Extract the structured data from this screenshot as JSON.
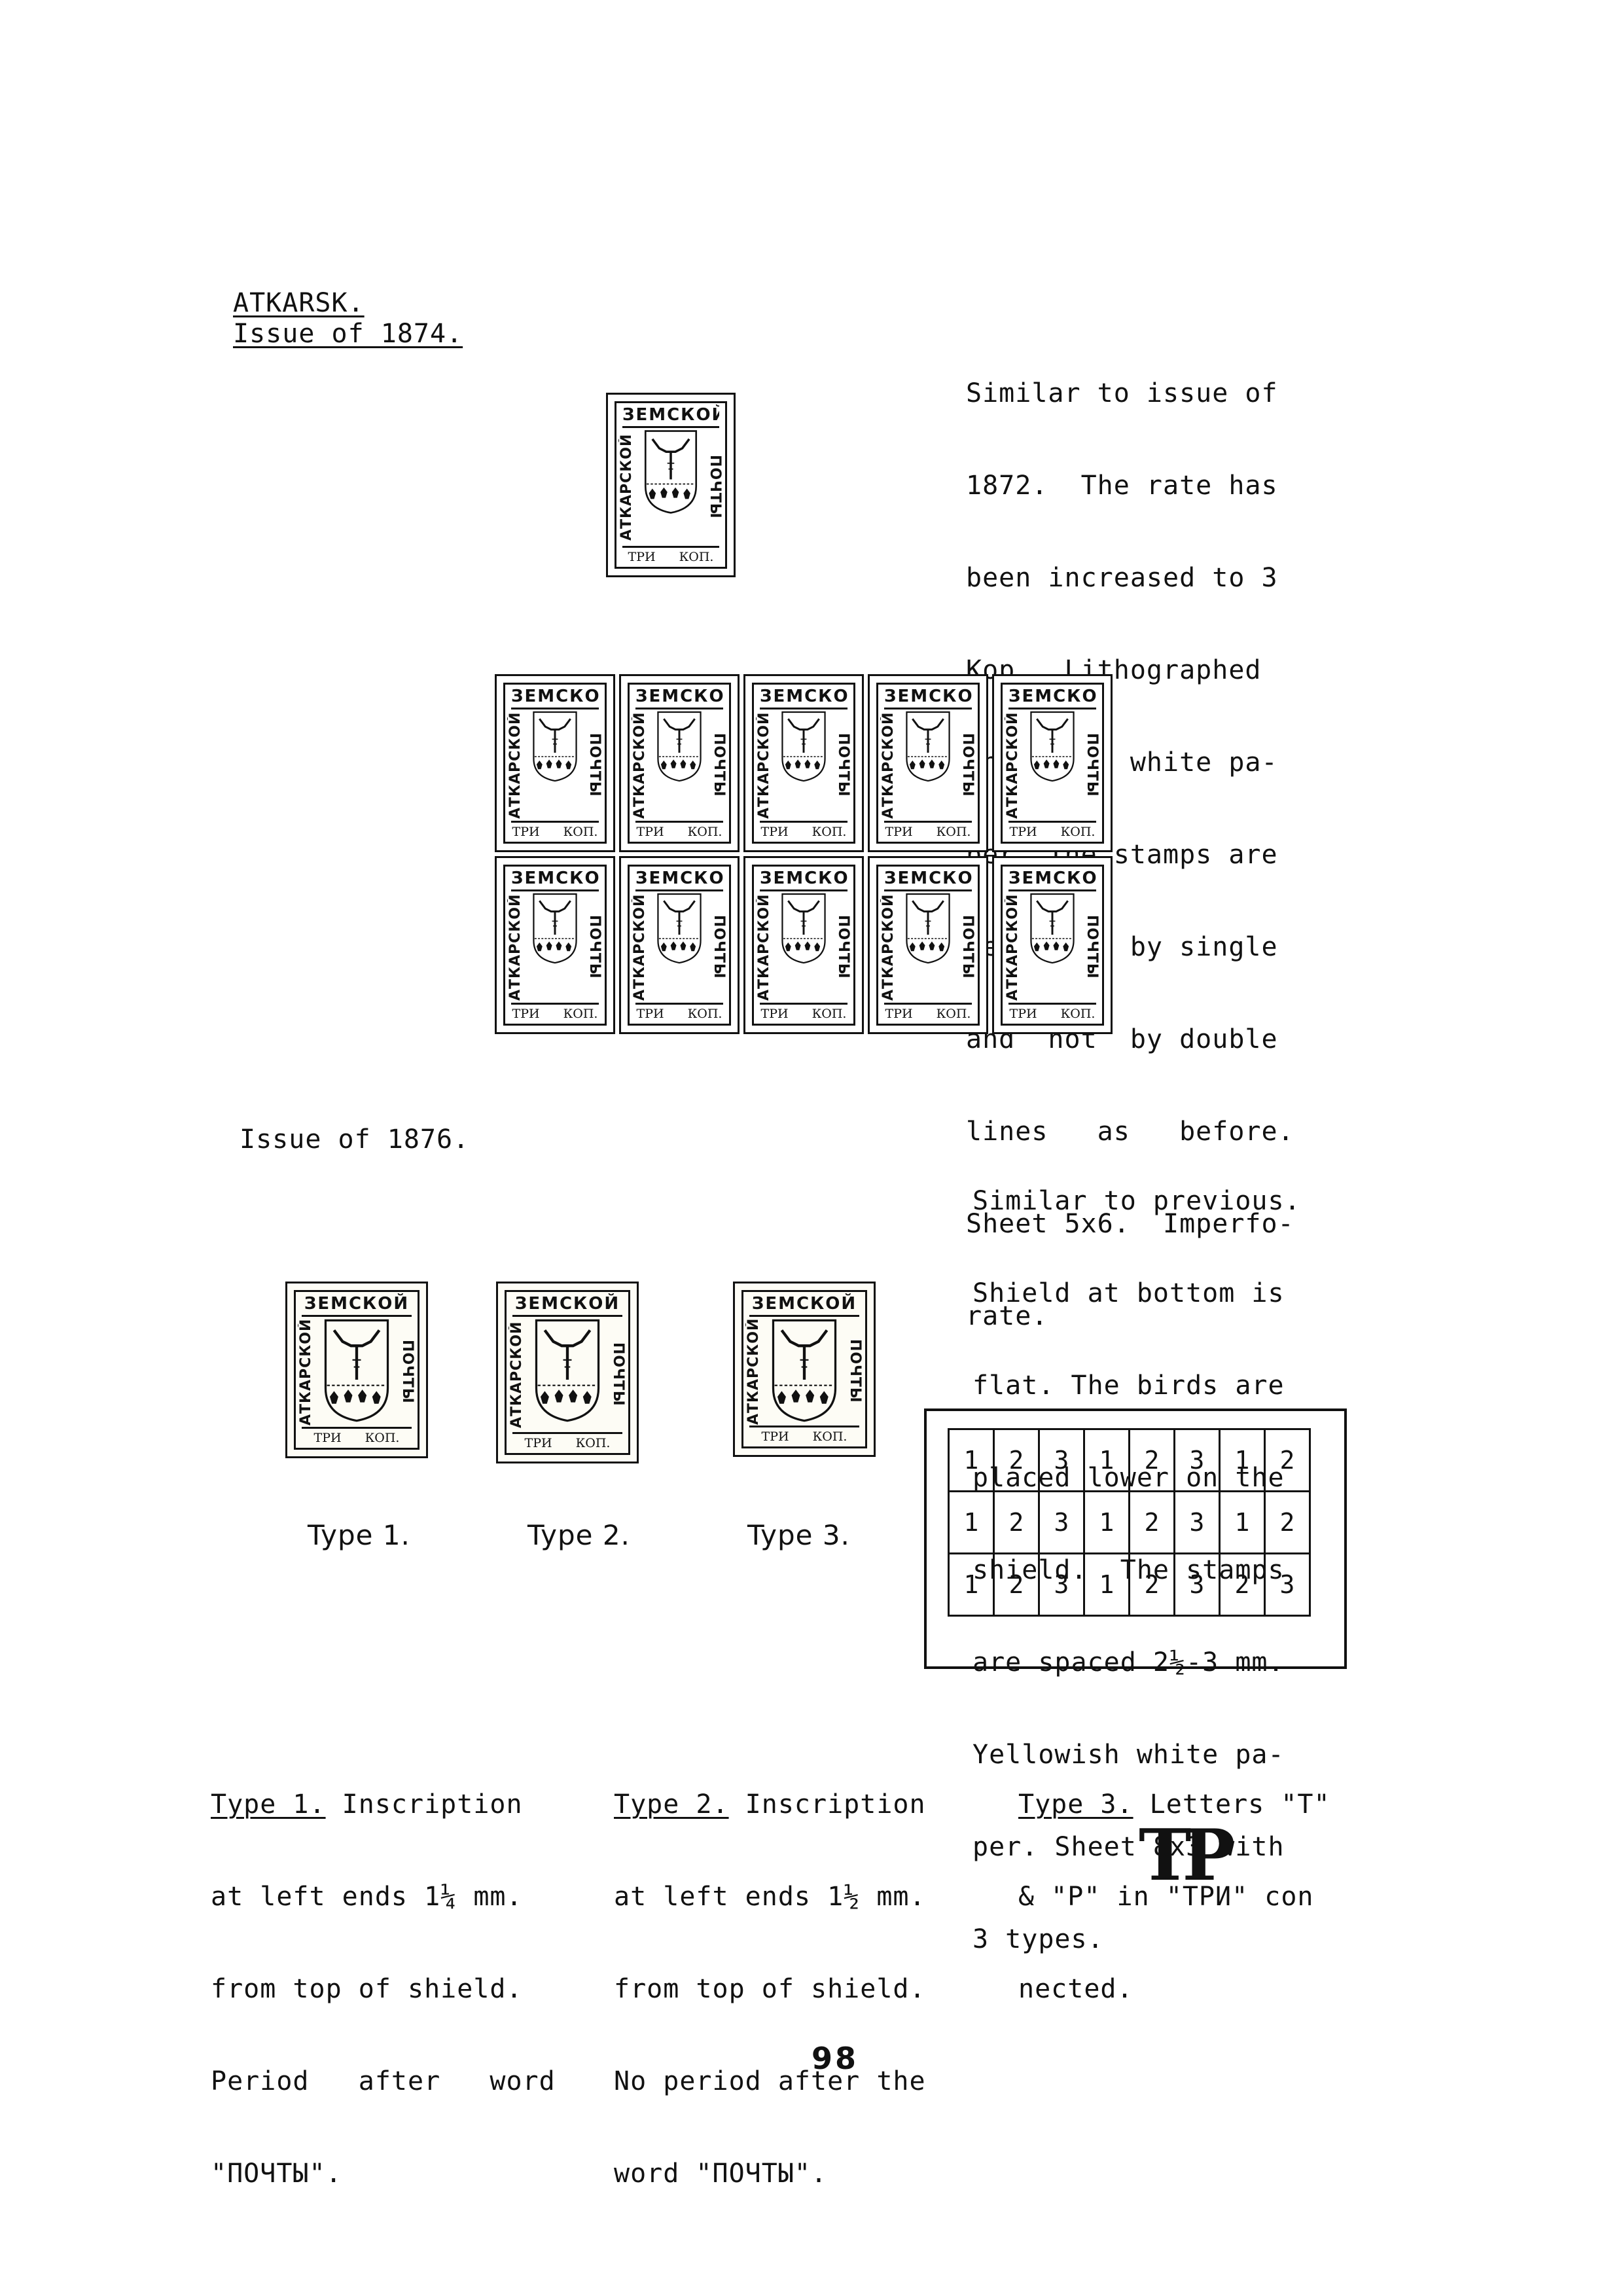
{
  "heading": {
    "place": "ATKARSK.",
    "issue_1874": "Issue of 1874."
  },
  "desc_1874": {
    "lines": [
      "Similar to issue of",
      "1872.  The rate has",
      "been increased to 3",
      "Kop.  Lithographed",
      "on smooth white pa-",
      "per. The stamps are",
      "separated by single",
      "and  not  by double",
      "lines   as   before.",
      "Sheet 5x6.  Imperfo-",
      "rate."
    ]
  },
  "stamp_text": {
    "top": "ЗЕМСКОЙ",
    "left": "АТКАРСКОЙ",
    "right": "ПОЧТЫ",
    "bottom": "ТРИ КОП."
  },
  "issue_1876": "Issue of 1876.",
  "desc_1876": {
    "lines": [
      "Similar to previous.",
      "Shield at bottom is",
      "flat. The birds are",
      "placed lower on the",
      "shield.  The stamps",
      "are spaced 2½-3 mm.",
      "Yellowish white pa-",
      "per. Sheet 8x3 with",
      "3 types."
    ]
  },
  "type_labels": [
    "Type 1.",
    "Type 2.",
    "Type 3."
  ],
  "sheet_grid": {
    "rows": [
      [
        "1",
        "2",
        "3",
        "1",
        "2",
        "3",
        "1",
        "2"
      ],
      [
        "1",
        "2",
        "3",
        "1",
        "2",
        "3",
        "1",
        "2"
      ],
      [
        "1",
        "2",
        "3",
        "1",
        "2",
        "3",
        "2",
        "3"
      ]
    ]
  },
  "type_notes": {
    "t1": {
      "head": "Type 1.",
      "line1": " Inscription",
      "rest": [
        "at left ends 1¼ mm.",
        "from top of shield.",
        "Period   after   word",
        "\"ПОЧТЫ\"."
      ]
    },
    "t2": {
      "head": "Type 2.",
      "line1": " Inscription",
      "rest": [
        "at left ends 1½ mm.",
        "from top of shield.",
        "No period after the",
        "word \"ПОЧТЫ\"."
      ]
    },
    "t3": {
      "head": "Type 3.",
      "line1": " Letters \"T\"",
      "rest": [
        "& \"P\" in \"ТРИ\" con",
        "nected."
      ]
    }
  },
  "letters_sample": "ТР",
  "page_number": "98"
}
